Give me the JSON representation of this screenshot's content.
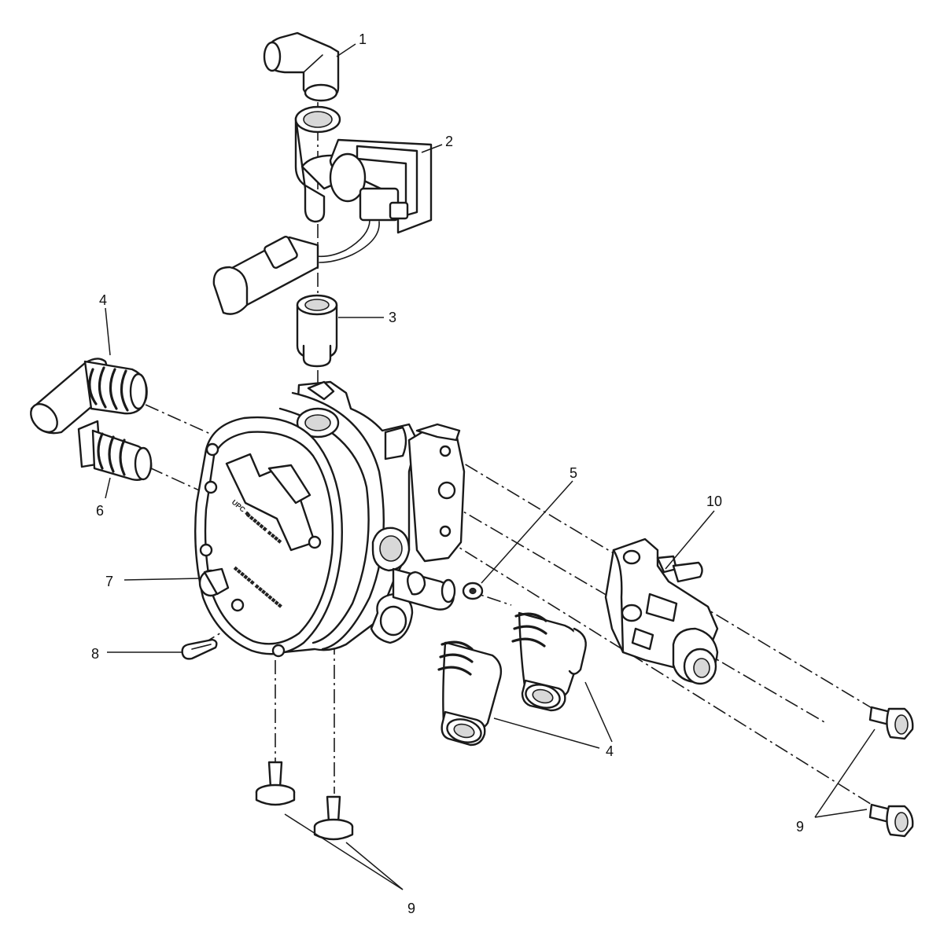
{
  "callouts": [
    {
      "id": "c1",
      "label": "1"
    },
    {
      "id": "c2",
      "label": "2"
    },
    {
      "id": "c3",
      "label": "3"
    },
    {
      "id": "c4a",
      "label": "4"
    },
    {
      "id": "c5",
      "label": "5"
    },
    {
      "id": "c6",
      "label": "6"
    },
    {
      "id": "c7",
      "label": "7"
    },
    {
      "id": "c8",
      "label": "8"
    },
    {
      "id": "c10",
      "label": "10"
    },
    {
      "id": "c4b",
      "label": "4"
    },
    {
      "id": "c9a",
      "label": "9"
    },
    {
      "id": "c9b",
      "label": "9"
    }
  ],
  "colors": {
    "line": "#1a1a1a",
    "background": "#ffffff"
  }
}
